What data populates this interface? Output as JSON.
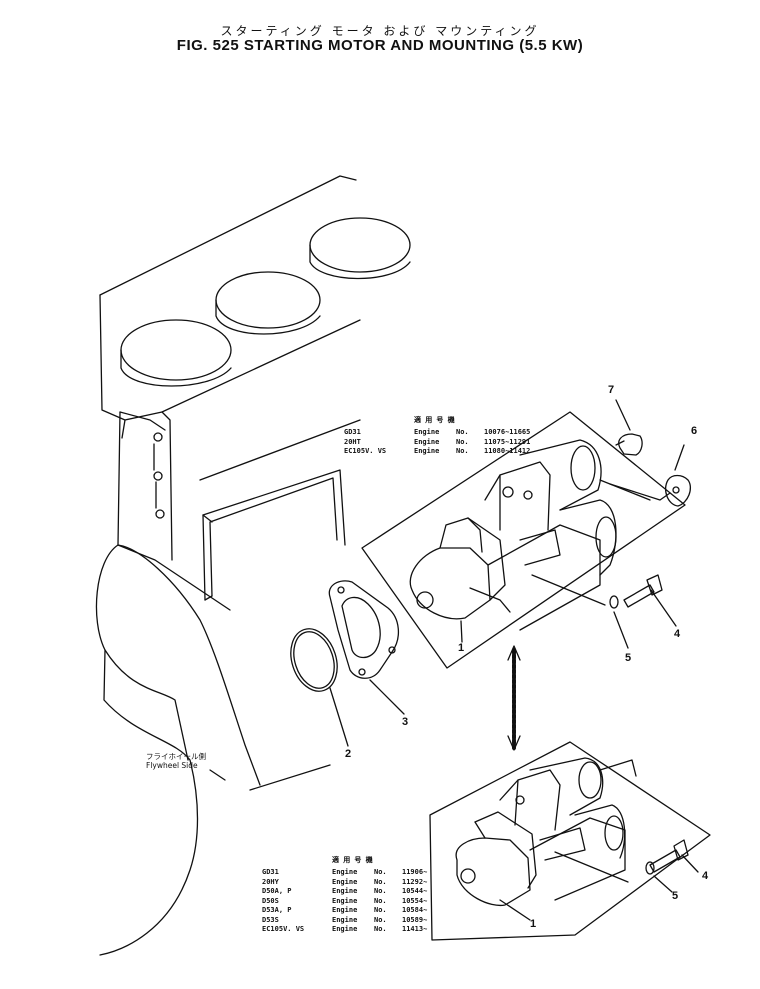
{
  "title": {
    "jp": "スターティング モータ および マウンティング",
    "en": "FIG. 525  STARTING  MOTOR  AND  MOUNTING  (5.5 KW)"
  },
  "applicability_upper": {
    "header": "適 用 号 機",
    "rows": [
      {
        "model": "GD31",
        "engine": "Engine",
        "no": "No.",
        "range": "10076~11665"
      },
      {
        "model": "20HT",
        "engine": "Engine",
        "no": "No.",
        "range": "11075~11291"
      },
      {
        "model": "EC105V. VS",
        "engine": "Engine",
        "no": "No.",
        "range": "11080~11412"
      }
    ]
  },
  "applicability_lower": {
    "header": "適 用 号 機",
    "rows": [
      {
        "model": "GD31",
        "engine": "Engine",
        "no": "No.",
        "range": "11906~"
      },
      {
        "model": "20HY",
        "engine": "Engine",
        "no": "No.",
        "range": "11292~"
      },
      {
        "model": "D50A, P",
        "engine": "Engine",
        "no": "No.",
        "range": "10544~"
      },
      {
        "model": "D50S",
        "engine": "Engine",
        "no": "No.",
        "range": "10554~"
      },
      {
        "model": "D53A, P",
        "engine": "Engine",
        "no": "No.",
        "range": "10584~"
      },
      {
        "model": "D53S",
        "engine": "Engine",
        "no": "No.",
        "range": "10589~"
      },
      {
        "model": "EC105V. VS",
        "engine": "Engine",
        "no": "No.",
        "range": "11413~"
      }
    ]
  },
  "flywheel": {
    "jp": "フライホイール側",
    "en": "Flywheel Side"
  },
  "callouts": {
    "c1": "1",
    "c2": "2",
    "c3": "3",
    "c4": "4",
    "c5": "5",
    "c6": "6",
    "c7": "7",
    "c1b": "1",
    "c4b": "4",
    "c5b": "5"
  }
}
